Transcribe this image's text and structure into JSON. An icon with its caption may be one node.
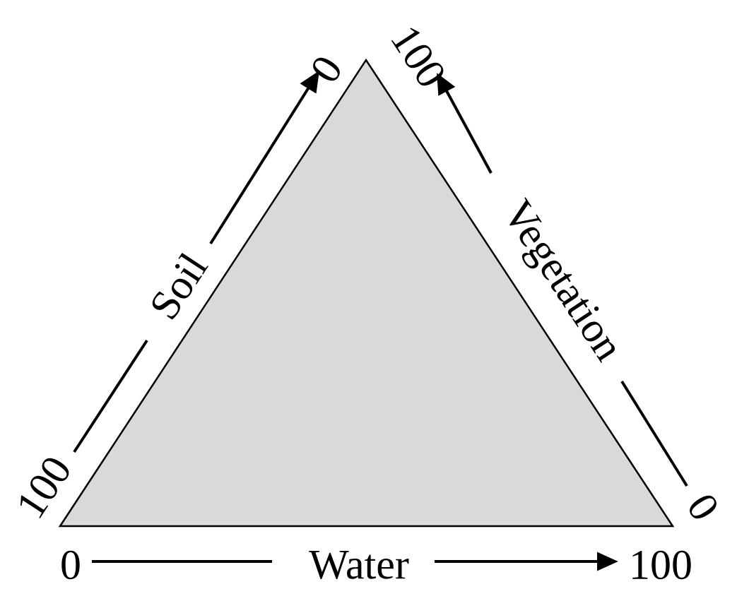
{
  "diagram": {
    "nodes": [
      {
        "text": [],
        "shape": "triangle"
      }
    ],
    "labels": [
      "0",
      "100",
      "Soil",
      "Vegetation",
      "100",
      "0",
      "0",
      "Water",
      "100"
    ]
  }
}
